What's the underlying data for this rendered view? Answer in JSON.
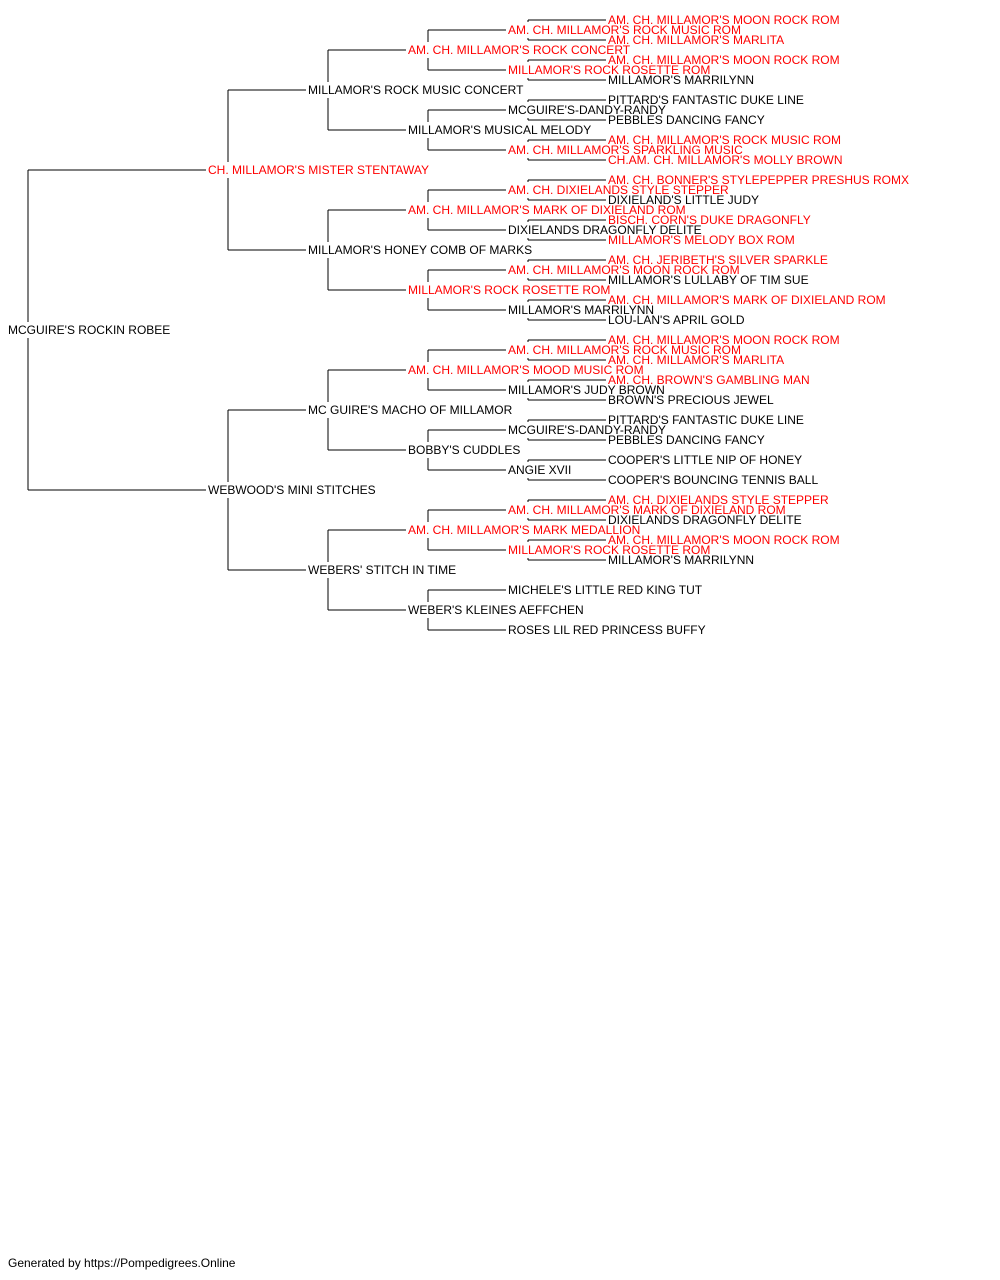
{
  "colors": {
    "titled": "#ff0000",
    "plain": "#000000",
    "line": "#000000"
  },
  "footer": "Generated by https://Pompedigrees.Online",
  "tree": {
    "name": "MCGUIRE'S ROCKIN ROBEE",
    "titled": false,
    "sire": {
      "name": "CH. MILLAMOR'S MISTER STENTAWAY",
      "titled": true,
      "sire": {
        "name": "MILLAMOR'S ROCK MUSIC CONCERT",
        "titled": false,
        "sire": {
          "name": "AM. CH. MILLAMOR'S ROCK CONCERT",
          "titled": true,
          "sire": {
            "name": "AM. CH. MILLAMOR'S ROCK MUSIC ROM",
            "titled": true,
            "sire": {
              "name": "AM. CH. MILLAMOR'S MOON ROCK ROM",
              "titled": true
            },
            "dam": {
              "name": "AM. CH. MILLAMOR'S MARLITA",
              "titled": true
            }
          },
          "dam": {
            "name": "MILLAMOR'S ROCK ROSETTE ROM",
            "titled": true,
            "sire": {
              "name": "AM. CH. MILLAMOR'S MOON ROCK ROM",
              "titled": true
            },
            "dam": {
              "name": "MILLAMOR'S MARRILYNN",
              "titled": false
            }
          }
        },
        "dam": {
          "name": "MILLAMOR'S MUSICAL MELODY",
          "titled": false,
          "sire": {
            "name": "MCGUIRE'S-DANDY-RANDY",
            "titled": false,
            "sire": {
              "name": "PITTARD'S FANTASTIC DUKE LINE",
              "titled": false
            },
            "dam": {
              "name": "PEBBLES DANCING FANCY",
              "titled": false
            }
          },
          "dam": {
            "name": "AM. CH. MILLAMOR'S SPARKLING MUSIC",
            "titled": true,
            "sire": {
              "name": "AM. CH. MILLAMOR'S ROCK MUSIC ROM",
              "titled": true
            },
            "dam": {
              "name": "CH.AM. CH. MILLAMOR'S MOLLY BROWN",
              "titled": true
            }
          }
        }
      },
      "dam": {
        "name": "MILLAMOR'S HONEY COMB OF MARKS",
        "titled": false,
        "sire": {
          "name": "AM. CH. MILLAMOR'S MARK OF DIXIELAND ROM",
          "titled": true,
          "sire": {
            "name": "AM. CH. DIXIELANDS STYLE STEPPER",
            "titled": true,
            "sire": {
              "name": "AM. CH. BONNER'S STYLEPEPPER PRESHUS ROMX",
              "titled": true
            },
            "dam": {
              "name": "DIXIELAND'S LITTLE JUDY",
              "titled": false
            }
          },
          "dam": {
            "name": "DIXIELANDS DRAGONFLY DELITE",
            "titled": false,
            "sire": {
              "name": "BISCH. CORN'S DUKE DRAGONFLY",
              "titled": true
            },
            "dam": {
              "name": "MILLAMOR'S MELODY BOX ROM",
              "titled": true
            }
          }
        },
        "dam": {
          "name": "MILLAMOR'S ROCK ROSETTE ROM",
          "titled": true,
          "sire": {
            "name": "AM. CH. MILLAMOR'S MOON ROCK ROM",
            "titled": true,
            "sire": {
              "name": "AM. CH. JERIBETH'S SILVER SPARKLE",
              "titled": true
            },
            "dam": {
              "name": "MILLAMOR'S LULLABY OF TIM SUE",
              "titled": false
            }
          },
          "dam": {
            "name": "MILLAMOR'S MARRILYNN",
            "titled": false,
            "sire": {
              "name": "AM. CH. MILLAMOR'S MARK OF DIXIELAND ROM",
              "titled": true
            },
            "dam": {
              "name": "LOU-LAN'S APRIL GOLD",
              "titled": false
            }
          }
        }
      }
    },
    "dam": {
      "name": "WEBWOOD'S MINI STITCHES",
      "titled": false,
      "sire": {
        "name": "MC GUIRE'S MACHO OF MILLAMOR",
        "titled": false,
        "sire": {
          "name": "AM. CH. MILLAMOR'S MOOD MUSIC ROM",
          "titled": true,
          "sire": {
            "name": "AM. CH. MILLAMOR'S ROCK MUSIC ROM",
            "titled": true,
            "sire": {
              "name": "AM. CH. MILLAMOR'S MOON ROCK ROM",
              "titled": true
            },
            "dam": {
              "name": "AM. CH. MILLAMOR'S MARLITA",
              "titled": true
            }
          },
          "dam": {
            "name": "MILLAMOR'S JUDY BROWN",
            "titled": false,
            "sire": {
              "name": "AM. CH. BROWN'S GAMBLING MAN",
              "titled": true
            },
            "dam": {
              "name": "BROWN'S PRECIOUS JEWEL",
              "titled": false
            }
          }
        },
        "dam": {
          "name": "BOBBY'S CUDDLES",
          "titled": false,
          "sire": {
            "name": "MCGUIRE'S-DANDY-RANDY",
            "titled": false,
            "sire": {
              "name": "PITTARD'S FANTASTIC DUKE LINE",
              "titled": false
            },
            "dam": {
              "name": "PEBBLES DANCING FANCY",
              "titled": false
            }
          },
          "dam": {
            "name": "ANGIE XVII",
            "titled": false,
            "sire": {
              "name": "COOPER'S LITTLE NIP OF HONEY",
              "titled": false
            },
            "dam": {
              "name": "COOPER'S BOUNCING TENNIS BALL",
              "titled": false
            }
          }
        }
      },
      "dam": {
        "name": "WEBERS' STITCH IN TIME",
        "titled": false,
        "sire": {
          "name": "AM. CH. MILLAMOR'S MARK MEDALLION",
          "titled": true,
          "sire": {
            "name": "AM. CH. MILLAMOR'S MARK OF DIXIELAND ROM",
            "titled": true,
            "sire": {
              "name": "AM. CH. DIXIELANDS STYLE STEPPER",
              "titled": true
            },
            "dam": {
              "name": "DIXIELANDS DRAGONFLY DELITE",
              "titled": false
            }
          },
          "dam": {
            "name": "MILLAMOR'S ROCK ROSETTE ROM",
            "titled": true,
            "sire": {
              "name": "AM. CH. MILLAMOR'S MOON ROCK ROM",
              "titled": true
            },
            "dam": {
              "name": "MILLAMOR'S MARRILYNN",
              "titled": false
            }
          }
        },
        "dam": {
          "name": "WEBER'S KLEINES AEFFCHEN",
          "titled": false,
          "sire": {
            "name": "MICHELE'S LITTLE RED KING TUT",
            "titled": false
          },
          "dam": {
            "name": "ROSES LIL RED PRINCESS BUFFY",
            "titled": false
          }
        }
      }
    }
  }
}
